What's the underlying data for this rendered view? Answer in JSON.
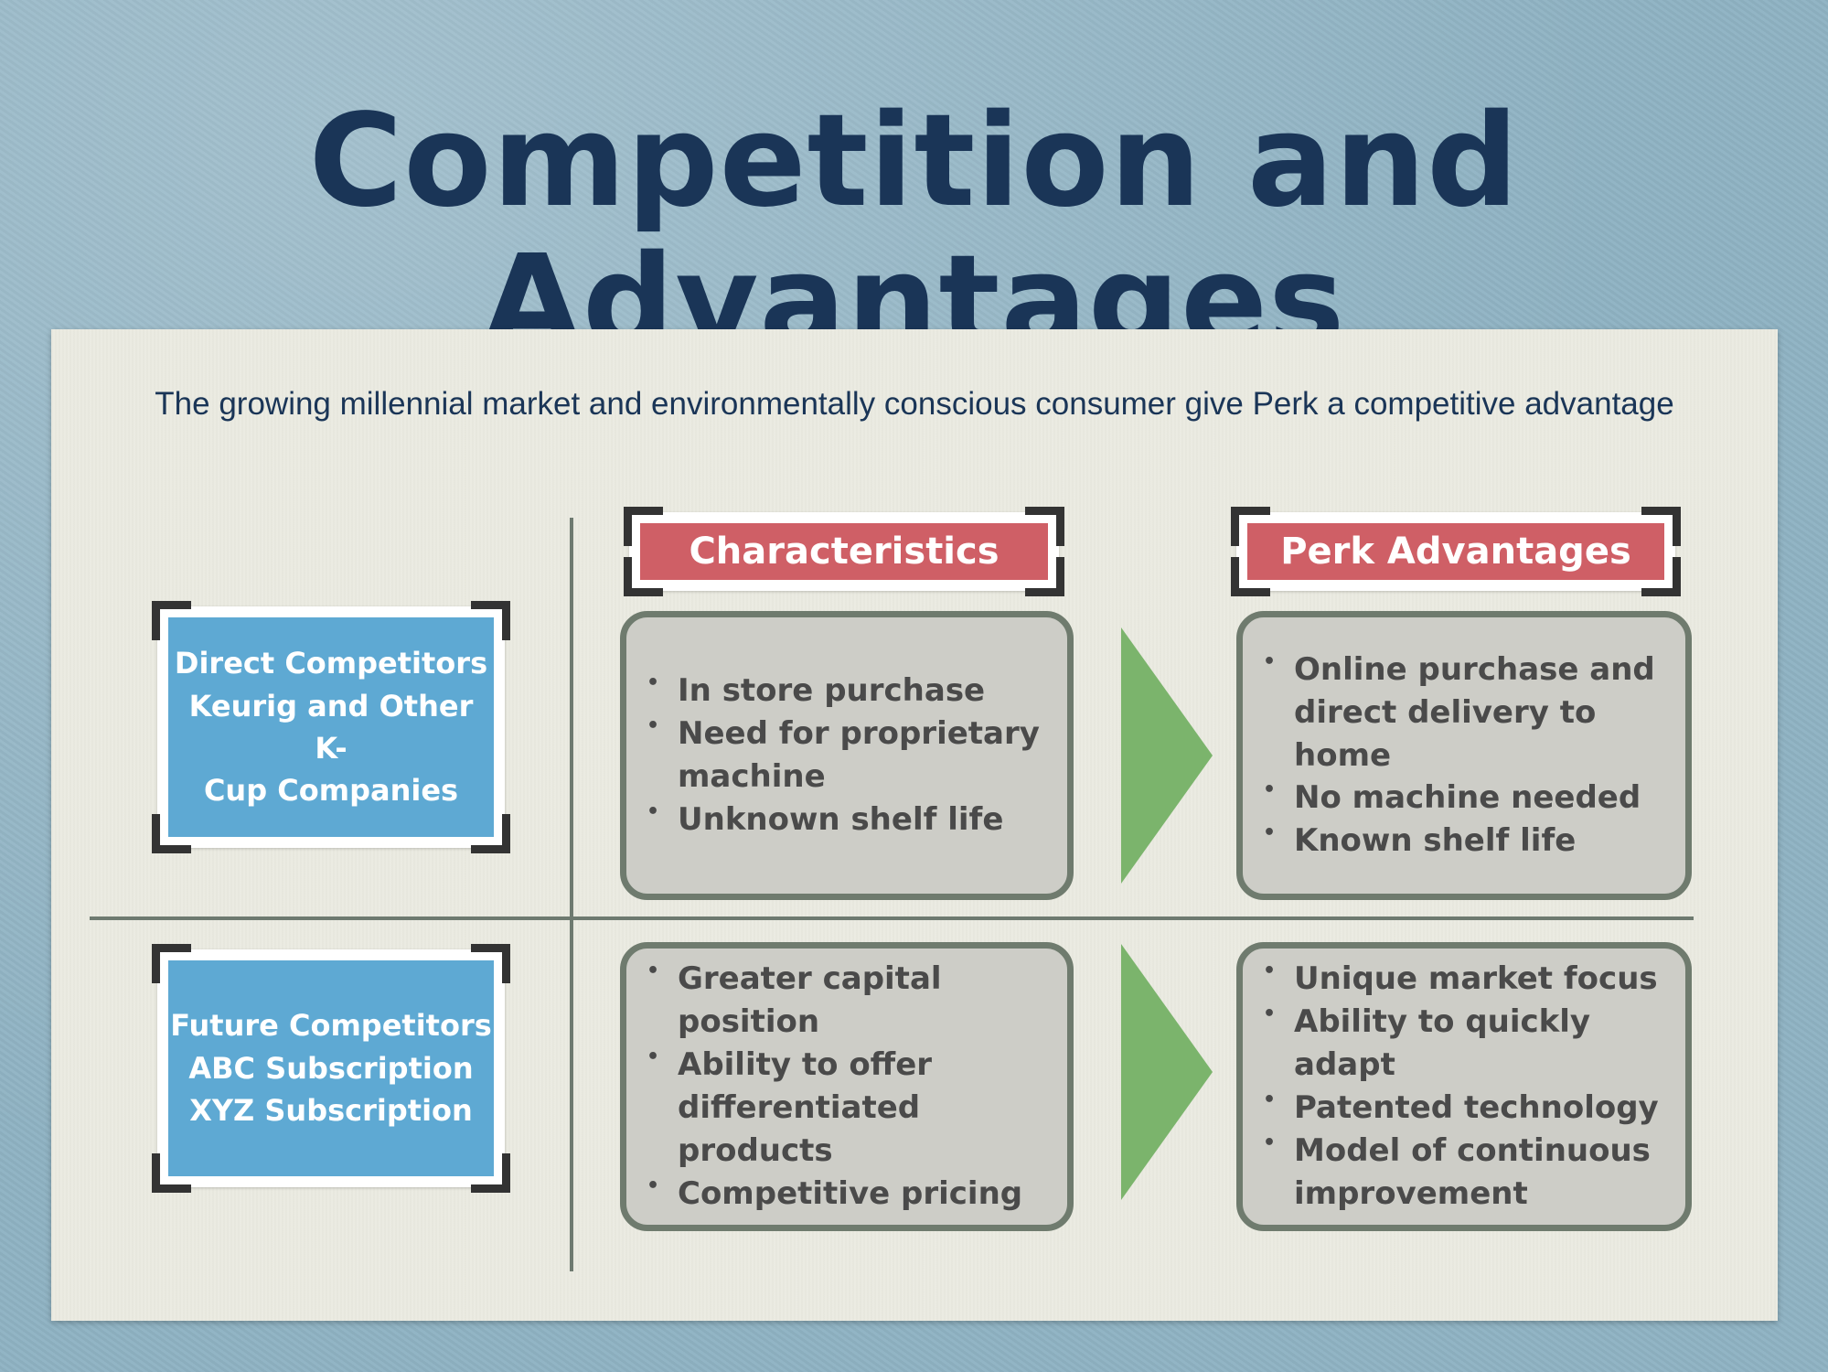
{
  "title": "Competition and Advantages",
  "subtitle": "The growing millennial market and environmentally conscious consumer give Perk a competitive advantage",
  "headers": {
    "characteristics": "Characteristics",
    "advantages": "Perk Advantages"
  },
  "rows": [
    {
      "competitor_lines": [
        "Direct Competitors",
        "Keurig and Other K-",
        "Cup Companies"
      ],
      "characteristics": [
        "In store purchase",
        "Need for proprietary machine",
        "Unknown shelf life"
      ],
      "advantages": [
        "Online purchase and direct delivery to home",
        "No machine needed",
        "Known shelf life"
      ]
    },
    {
      "competitor_lines": [
        "Future Competitors",
        "ABC Subscription",
        "XYZ Subscription"
      ],
      "characteristics": [
        "Greater capital position",
        "Ability to offer differentiated products",
        "Competitive pricing"
      ],
      "advantages": [
        "Unique market focus",
        "Ability to quickly adapt",
        "Patented technology",
        "Model of continuous improvement"
      ]
    }
  ],
  "colors": {
    "title": "#1a3557",
    "competitor_box": "#5ea9d3",
    "header_box": "#cf5f66",
    "panel_fill": "#cdcdc7",
    "panel_border": "#6f7b6e",
    "arrow": "#7bb46c"
  }
}
